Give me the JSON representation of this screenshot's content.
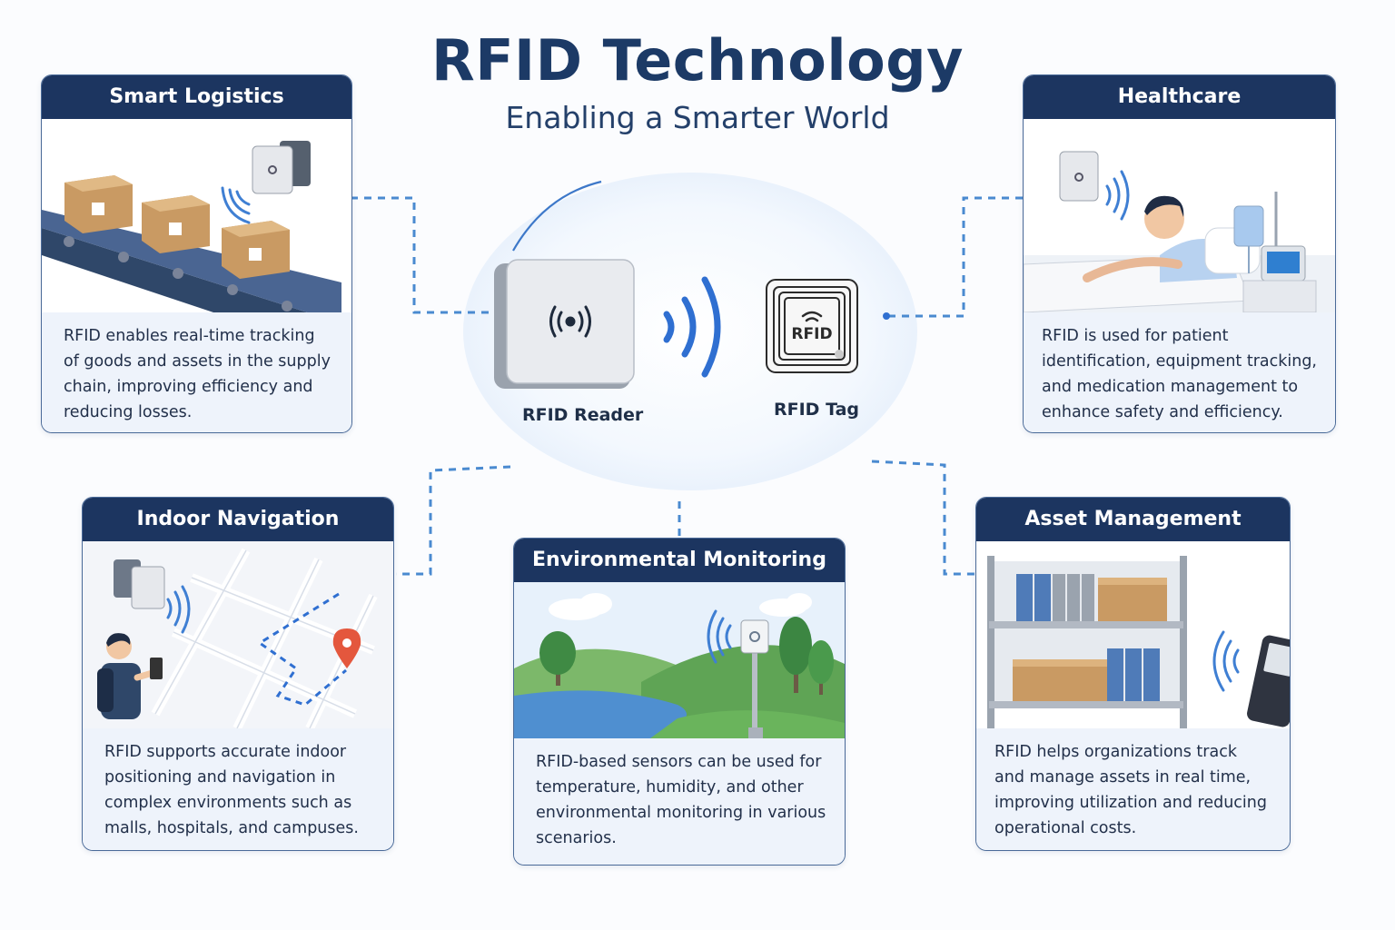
{
  "header": {
    "title": "RFID Technology",
    "subtitle": "Enabling a Smarter World"
  },
  "center": {
    "reader_label": "RFID Reader",
    "tag_label": "RFID Tag",
    "tag_text": "RFID"
  },
  "cards": {
    "smart_logistics": {
      "title": "Smart Logistics",
      "description": "RFID enables real-time tracking of goods and assets in the supply chain, improving efficiency and reducing losses."
    },
    "healthcare": {
      "title": "Healthcare",
      "description": "RFID is used for patient identification, equipment tracking, and medication management to enhance safety and efficiency."
    },
    "indoor_navigation": {
      "title": "Indoor Navigation",
      "description": "RFID supports accurate indoor positioning and navigation in complex environments such as malls, hospitals, and campuses."
    },
    "environmental_monitoring": {
      "title": "Environmental Monitoring",
      "description": "RFID-based sensors can be used for temperature, humidity, and other environmental monitoring in various scenarios."
    },
    "asset_management": {
      "title": "Asset Management",
      "description": "RFID helps organizations track and manage assets in real time, improving utilization and reducing operational costs."
    }
  },
  "colors": {
    "header_navy": "#1c3560",
    "title_blue": "#1c3a66",
    "connector_blue": "#4a8ad0",
    "wave_blue": "#2f6fd1"
  }
}
